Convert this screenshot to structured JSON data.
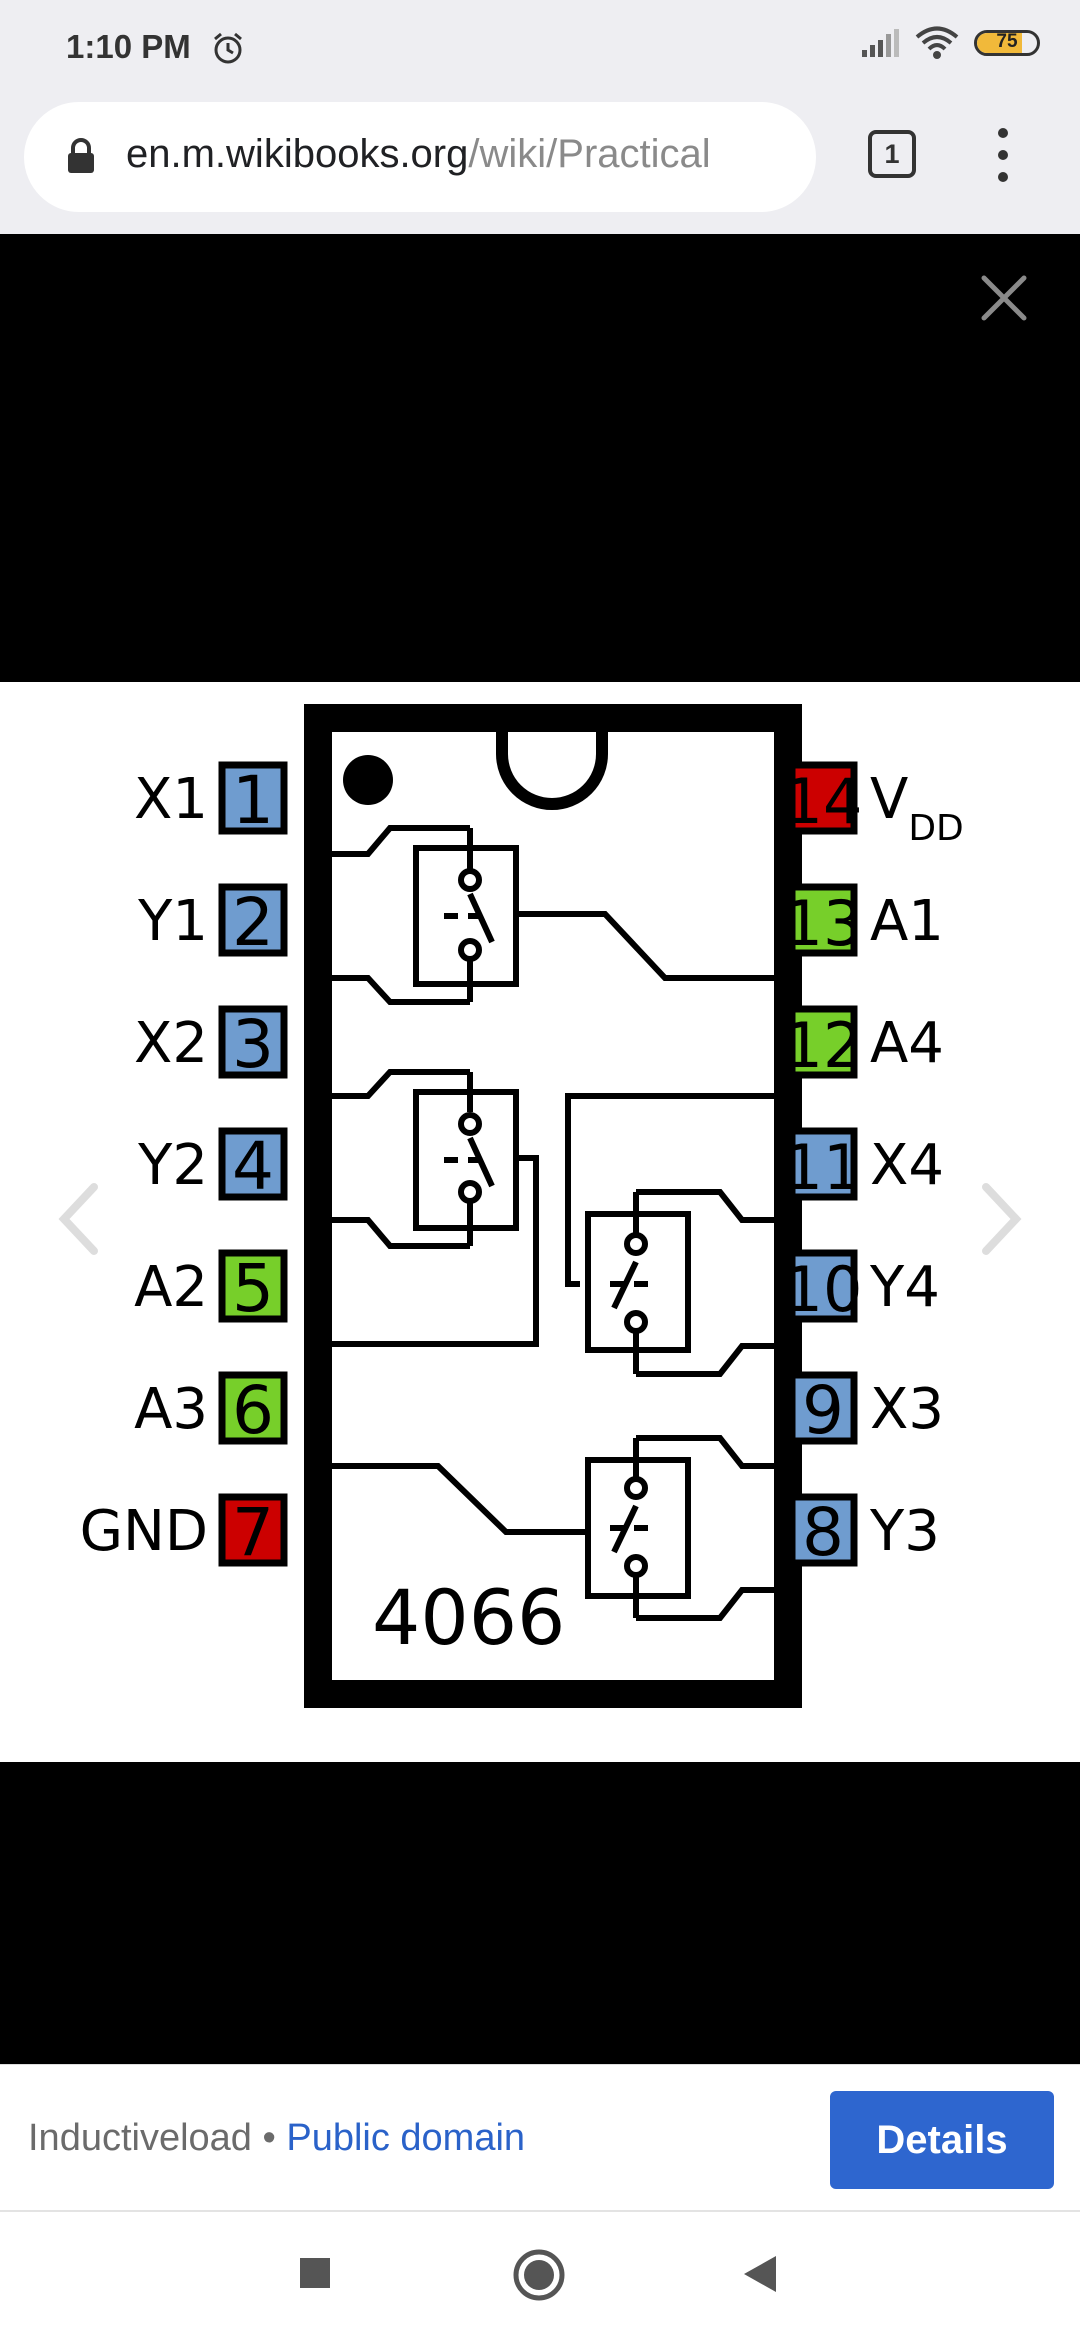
{
  "status_bar": {
    "time": "1:10 PM",
    "battery_level": "75",
    "battery_fill_fraction": 0.75,
    "battery_color": "#f1b93a"
  },
  "browser": {
    "url_host": "en.m.wikibooks.org",
    "url_path": "/wiki/Practical",
    "tab_count": "1"
  },
  "diagram": {
    "chip_label": "4066",
    "pin_colors": {
      "blue": "#6f9ccf",
      "green": "#77cf2a",
      "red": "#cc0000"
    },
    "left_pins": [
      {
        "number": "1",
        "label": "X1",
        "color": "blue"
      },
      {
        "number": "2",
        "label": "Y1",
        "color": "blue"
      },
      {
        "number": "3",
        "label": "X2",
        "color": "blue"
      },
      {
        "number": "4",
        "label": "Y2",
        "color": "blue"
      },
      {
        "number": "5",
        "label": "A2",
        "color": "green"
      },
      {
        "number": "6",
        "label": "A3",
        "color": "green"
      },
      {
        "number": "7",
        "label": "GND",
        "color": "red"
      }
    ],
    "right_pins": [
      {
        "number": "14",
        "label": "V",
        "sub": "DD",
        "color": "red"
      },
      {
        "number": "13",
        "label": "A1",
        "color": "green"
      },
      {
        "number": "12",
        "label": "A4",
        "color": "green"
      },
      {
        "number": "11",
        "label": "X4",
        "color": "blue"
      },
      {
        "number": "10",
        "label": "Y4",
        "color": "blue"
      },
      {
        "number": "9",
        "label": "X3",
        "color": "blue"
      },
      {
        "number": "8",
        "label": "Y3",
        "color": "blue"
      }
    ]
  },
  "caption": {
    "author": "Inductiveload",
    "separator": " • ",
    "license": "Public domain",
    "details_label": "Details"
  },
  "icons": {
    "alarm": "alarm-clock-icon",
    "signal": "signal-icon",
    "wifi": "wifi-icon",
    "lock": "lock-icon",
    "tabs": "tabs-icon",
    "menu": "more-vert-icon",
    "close": "close-icon",
    "prev": "chevron-left-icon",
    "next": "chevron-right-icon",
    "recents": "square-icon",
    "home": "circle-icon",
    "back": "triangle-back-icon"
  }
}
